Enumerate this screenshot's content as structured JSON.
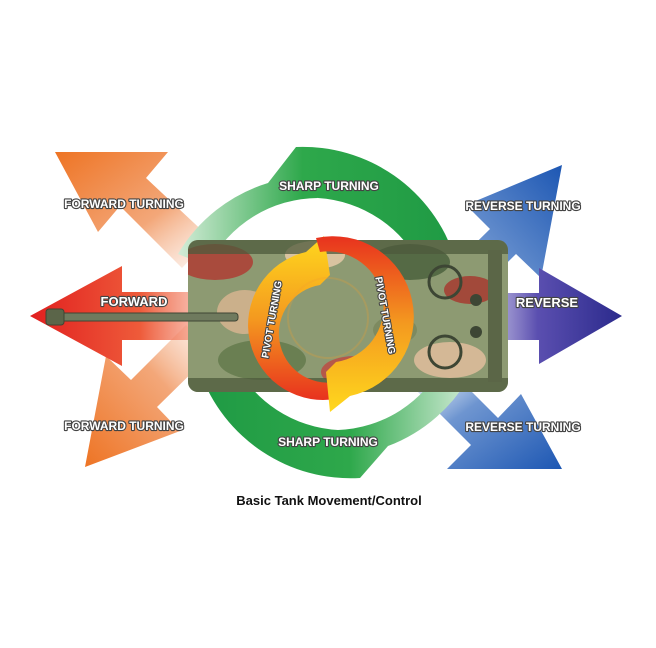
{
  "diagram": {
    "caption": "Basic Tank Movement/Control",
    "labels": {
      "forward": "FORWARD",
      "reverse": "REVERSE",
      "forward_turning_top": "FORWARD TURNING",
      "forward_turning_bottom": "FORWARD TURNING",
      "reverse_turning_top": "REVERSE TURNING",
      "reverse_turning_bottom": "REVERSE TURNING",
      "sharp_turning_top": "SHARP TURNING",
      "sharp_turning_bottom": "SHARP TURNING",
      "pivot_turning_left": "PIVOT TURNING",
      "pivot_turning_right": "PIVOT TURNING"
    },
    "colors": {
      "forward_arrow": "#e83a2c",
      "forward_turning_arrow": "#ee7d2d",
      "reverse_arrow": "#3a3a9c",
      "reverse_turning_arrow": "#2a62b8",
      "sharp_turning_ring": "#2aa84a",
      "pivot_ring_outer": "#e8321e",
      "pivot_ring_inner": "#ffd21e"
    },
    "icons": [
      "tank-image",
      "forward-arrow",
      "reverse-arrow",
      "sharp-turning-ring",
      "pivot-turning-ring"
    ]
  }
}
